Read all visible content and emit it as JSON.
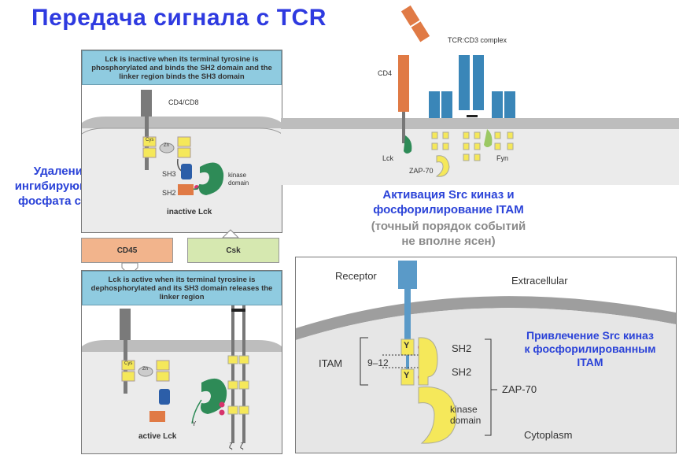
{
  "title": "Передача сигнала с TCR",
  "left_note": [
    "Удаление",
    "ингибирующего",
    "фосфата с Lck"
  ],
  "middle_note": [
    "Активация Src киназ и",
    "фосфорилирование ITAM"
  ],
  "middle_note_gray": [
    "(точный порядок событий",
    "не вполне ясен)"
  ],
  "right_note": [
    "Привлечение Src киназ",
    "к фосфорилированным",
    "ITAM"
  ],
  "top_panel": {
    "caption": "Lck is inactive when its terminal tyrosine is phosphorylated and binds the SH2 domain and the linker region binds the SH3 domain",
    "coreceptor": "CD4/CD8",
    "cys": "Cys",
    "zn": "Zn",
    "sh3": "SH3",
    "sh2": "SH2",
    "kinase": "kinase",
    "domain": "domain",
    "state": "inactive Lck"
  },
  "enzymes": {
    "cd45": "CD45",
    "csk": "Csk"
  },
  "bottom_panel": {
    "caption": "Lck is active when its terminal tyrosine is dephosphorylated and its SH3 domain releases the linker region",
    "cys": "Cys",
    "zn": "Zn",
    "state": "active Lck",
    "y": "Y",
    "zeta": "ζ"
  },
  "tcr_diagram": {
    "complex": "TCR:CD3 complex",
    "cd4": "CD4",
    "lck": "Lck",
    "zap70": "ZAP-70",
    "fyn": "Fyn"
  },
  "itam_diagram": {
    "receptor": "Receptor",
    "extracellular": "Extracellular",
    "itam": "ITAM",
    "range": "9–12",
    "y": "Y",
    "sh2_a": "SH2",
    "sh2_b": "SH2",
    "zap": "ZAP-70",
    "kinase": "kinase",
    "domain": "domain",
    "cytoplasm": "Cytoplasm"
  },
  "colors": {
    "title": "#2e3ae0",
    "caption_bg": "#8fcbe0",
    "cd45": "#f2b48c",
    "csk": "#d6e8b0",
    "membrane": "#bdbdbd",
    "cell_interior": "#ebebeb",
    "cd3_blue": "#3a86b8",
    "cd4_orange": "#e07a45",
    "itam_yellow": "#f5e85a",
    "lck_green": "#2e8b57",
    "phospho_pink": "#d6336c"
  }
}
